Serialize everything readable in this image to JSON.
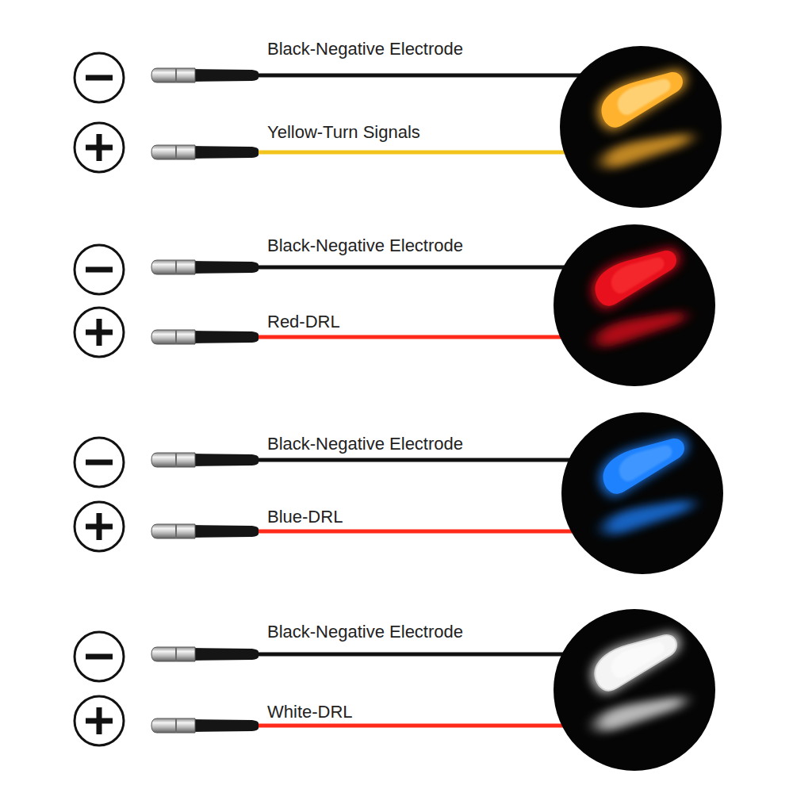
{
  "diagram": {
    "labels": [
      "Black-Negative Electrode",
      "Yellow-Turn Signals",
      "Black-Negative Electrode",
      "Red-DRL",
      "Black-Negative Electrode",
      "Blue-DRL",
      "Black-Negative Electrode",
      "White-DRL"
    ]
  }
}
